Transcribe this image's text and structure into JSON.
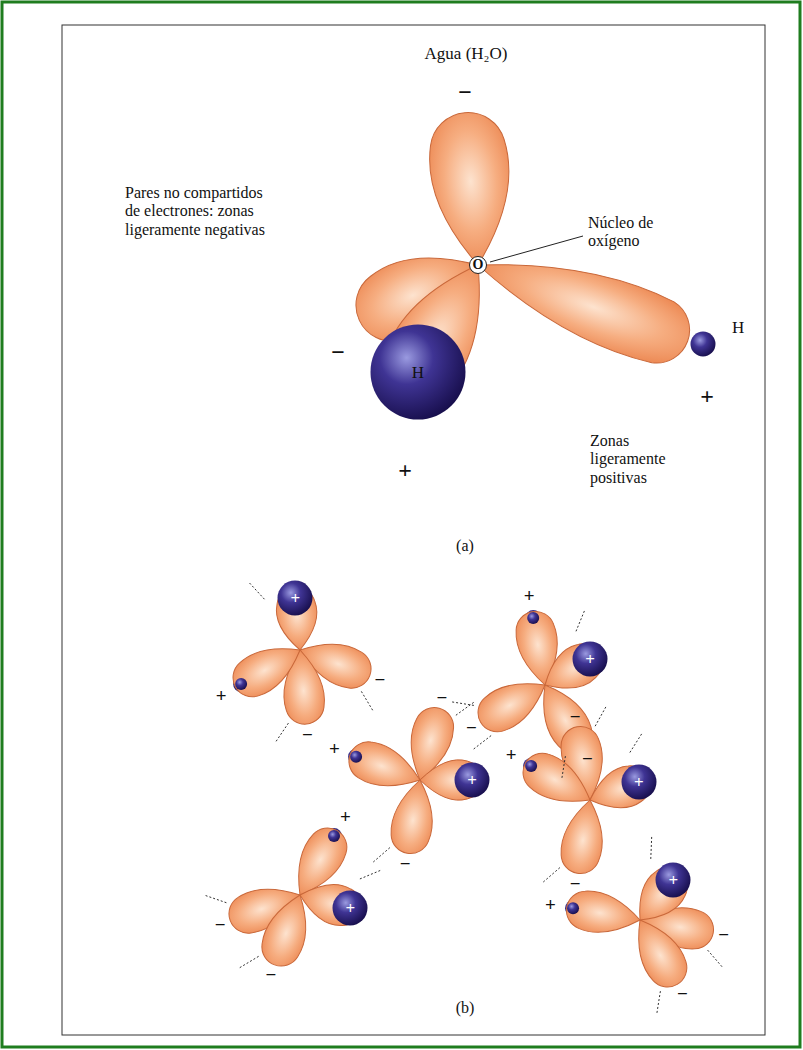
{
  "diagram": {
    "title": "Agua (H₂O)",
    "nodes": [
      {
        "text": [
          "O"
        ]
      },
      {
        "text": [
          "H"
        ]
      },
      {
        "text": [
          "H"
        ]
      },
      {
        "text": [
          "+"
        ]
      },
      {
        "text": [
          "+"
        ]
      },
      {
        "text": [
          "+"
        ]
      },
      {
        "text": [
          "+"
        ]
      },
      {
        "text": [
          "+"
        ]
      },
      {
        "text": [
          "+"
        ]
      }
    ],
    "labels": [
      "Pares no compartidos de electrones: zonas ligeramente negativas",
      "Núcleo de oxígeno",
      "Zonas ligeramente positivas",
      "(a)",
      "(b)",
      "−",
      "−",
      "+",
      "+",
      "+",
      "−",
      "−",
      "+",
      "−",
      "−",
      "+",
      "−",
      "−",
      "+",
      "−",
      "−",
      "+",
      "−",
      "−",
      "+",
      "−",
      "−"
    ]
  }
}
